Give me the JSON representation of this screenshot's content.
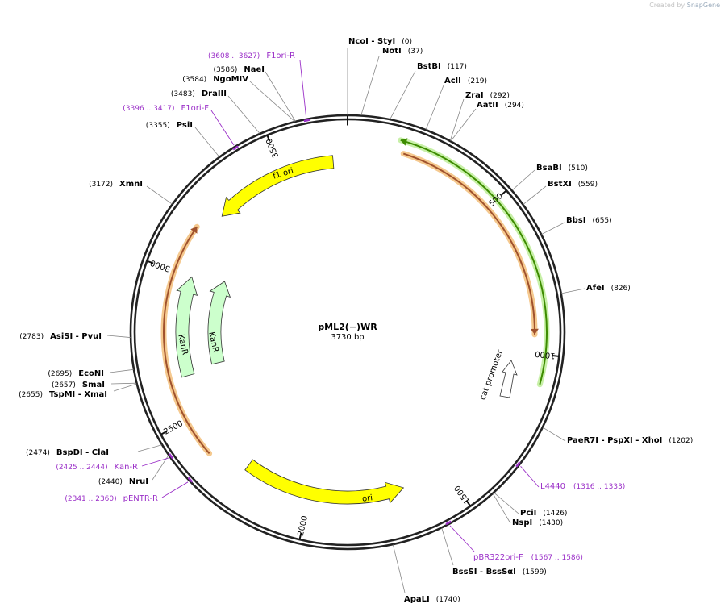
{
  "credit": {
    "created_by": "Created by",
    "brand": "SnapGene"
  },
  "plasmid": {
    "name": "pML2(−)WR",
    "length_label": "3730 bp",
    "length": 3730
  },
  "ticks": [
    {
      "pos": 500,
      "label": "500"
    },
    {
      "pos": 1000,
      "label": "1000"
    },
    {
      "pos": 1500,
      "label": "1500"
    },
    {
      "pos": 2000,
      "label": "2000"
    },
    {
      "pos": 2500,
      "label": "2500"
    },
    {
      "pos": 3000,
      "label": "3000"
    },
    {
      "pos": 3500,
      "label": "3500"
    }
  ],
  "features": [
    {
      "name": "f1 ori",
      "start": 3680,
      "end": 3240,
      "direction": "ccw",
      "ring": 1,
      "color": "#ffff00"
    },
    {
      "name": "KanR",
      "start": 2640,
      "end": 3000,
      "direction": "cw",
      "ring": 2,
      "color": "#ccffcc"
    },
    {
      "name": "KanR",
      "start": 2660,
      "end": 3030,
      "direction": "cw",
      "ring": 3,
      "color": "#ccffcc"
    },
    {
      "name": "ori",
      "start": 2245,
      "end": 1660,
      "direction": "ccw",
      "ring": 2,
      "color": "#ffff00"
    },
    {
      "name": "cat promoter",
      "start": 1140,
      "end": 1220,
      "direction": "cw",
      "ring": 2,
      "color": "#ffffff"
    }
  ],
  "thin_features": [
    {
      "start": 160,
      "end": 1090,
      "ring": 0,
      "color": "#3d8c00",
      "halo": "#c8f0a8",
      "arrow": "start"
    },
    {
      "start": 180,
      "end": 940,
      "ring": -1,
      "color": "#a0522d",
      "halo": "#f5c98f",
      "arrow": "end"
    },
    {
      "start": 2370,
      "end": 3160,
      "ring": 1.8,
      "color": "#a0522d",
      "halo": "#f5c98f",
      "arrow": "end"
    }
  ],
  "enzymes": [
    {
      "pos": 0,
      "side": "R",
      "parts": [
        {
          "name": "NcoI"
        },
        {
          "name": " - StyI"
        }
      ],
      "coord": "(0)"
    },
    {
      "pos": 37,
      "side": "R",
      "parts": [
        {
          "name": "NotI"
        }
      ],
      "coord": "(37)"
    },
    {
      "pos": 117,
      "side": "R",
      "parts": [
        {
          "name": "BstBI"
        }
      ],
      "coord": "(117)"
    },
    {
      "pos": 219,
      "side": "R",
      "parts": [
        {
          "name": "AclI"
        }
      ],
      "coord": "(219)"
    },
    {
      "pos": 292,
      "side": "R",
      "parts": [
        {
          "name": "ZraI"
        }
      ],
      "coord": "(292)"
    },
    {
      "pos": 294,
      "side": "R",
      "parts": [
        {
          "name": "AatII"
        }
      ],
      "coord": "(294)"
    },
    {
      "pos": 510,
      "side": "R",
      "parts": [
        {
          "name": "BsaBI"
        }
      ],
      "coord": "(510)"
    },
    {
      "pos": 559,
      "side": "R",
      "parts": [
        {
          "name": "BstXI"
        }
      ],
      "coord": "(559)"
    },
    {
      "pos": 655,
      "side": "R",
      "parts": [
        {
          "name": "BbsI"
        }
      ],
      "coord": "(655)"
    },
    {
      "pos": 826,
      "side": "R",
      "parts": [
        {
          "name": "AfeI"
        }
      ],
      "coord": "(826)"
    },
    {
      "pos": 1202,
      "side": "R",
      "parts": [
        {
          "name": "PaeR7I"
        },
        {
          "name": " - PspXI"
        },
        {
          "name": " - XhoI"
        }
      ],
      "coord": "(1202)"
    },
    {
      "pos": 1426,
      "side": "R",
      "parts": [
        {
          "name": "PciI"
        }
      ],
      "coord": "(1426)"
    },
    {
      "pos": 1430,
      "side": "R",
      "parts": [
        {
          "name": "NspI"
        }
      ],
      "coord": "(1430)"
    },
    {
      "pos": 1599,
      "side": "R",
      "parts": [
        {
          "name": "BssSI"
        },
        {
          "name": " - BssSαI"
        }
      ],
      "coord": "(1599)"
    },
    {
      "pos": 1740,
      "side": "R",
      "parts": [
        {
          "name": "ApaLI"
        }
      ],
      "coord": "(1740)"
    },
    {
      "pos": 2440,
      "side": "L",
      "parts": [
        {
          "name": "NruI"
        }
      ],
      "coord": "(2440)"
    },
    {
      "pos": 2474,
      "side": "L",
      "parts": [
        {
          "name": "BspDI"
        },
        {
          "name": " - ClaI"
        }
      ],
      "coord": "(2474)"
    },
    {
      "pos": 2655,
      "side": "L",
      "parts": [
        {
          "name": "TspMI"
        },
        {
          "name": " - XmaI"
        }
      ],
      "coord": "(2655)"
    },
    {
      "pos": 2657,
      "side": "L",
      "parts": [
        {
          "name": "SmaI"
        }
      ],
      "coord": "(2657)"
    },
    {
      "pos": 2695,
      "side": "L",
      "parts": [
        {
          "name": "EcoNI"
        }
      ],
      "coord": "(2695)"
    },
    {
      "pos": 2783,
      "side": "L",
      "parts": [
        {
          "name": "AsiSI"
        },
        {
          "name": " - PvuI"
        }
      ],
      "coord": "(2783)"
    },
    {
      "pos": 3172,
      "side": "L",
      "parts": [
        {
          "name": "XmnI"
        }
      ],
      "coord": "(3172)"
    },
    {
      "pos": 3355,
      "side": "L",
      "parts": [
        {
          "name": "PsiI"
        }
      ],
      "coord": "(3355)"
    },
    {
      "pos": 3483,
      "side": "L",
      "parts": [
        {
          "name": "DraIII"
        }
      ],
      "coord": "(3483)"
    },
    {
      "pos": 3584,
      "side": "L",
      "parts": [
        {
          "name": "NgoMIV"
        }
      ],
      "coord": "(3584)"
    },
    {
      "pos": 3586,
      "side": "L",
      "parts": [
        {
          "name": "NaeI"
        }
      ],
      "coord": "(3586)"
    }
  ],
  "primers": [
    {
      "pos": 1324,
      "side": "R",
      "name": "L4440",
      "coord": "(1316 .. 1333)"
    },
    {
      "pos": 1576,
      "side": "R",
      "name": "pBR322ori-F",
      "coord": "(1567 .. 1586)"
    },
    {
      "pos": 2350,
      "side": "L",
      "name": "pENTR-R",
      "coord": "(2341 .. 2360)"
    },
    {
      "pos": 2434,
      "side": "L",
      "name": "Kan-R",
      "coord": "(2425 .. 2444)"
    },
    {
      "pos": 3406,
      "side": "L",
      "name": "F1ori-F",
      "coord": "(3396 .. 3417)"
    },
    {
      "pos": 3617,
      "side": "L",
      "name": "F1ori-R",
      "coord": "(3608 .. 3627)"
    }
  ],
  "colors": {
    "backbone": "#222222",
    "primer": "#9b30c8",
    "enzyme_line": "#888888",
    "text": "#000000",
    "coord_text": "#000000"
  }
}
